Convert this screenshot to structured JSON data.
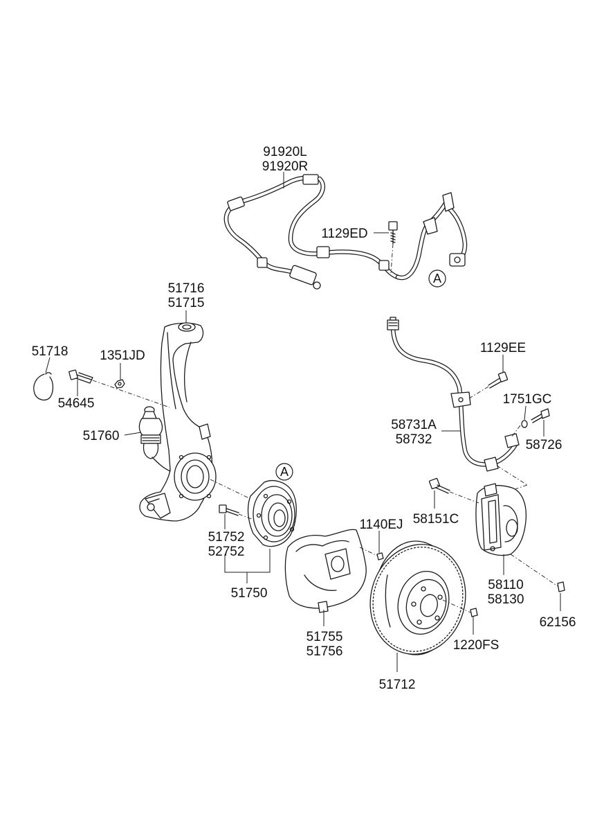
{
  "labels": {
    "p91920": [
      "91920L",
      "91920R"
    ],
    "p1129ED": "1129ED",
    "calloutA": "A",
    "p51716": [
      "51716",
      "51715"
    ],
    "p51718": "51718",
    "p1351JD": "1351JD",
    "p54645": "54645",
    "p51760": "51760",
    "p1129EE": "1129EE",
    "p1751GC": "1751GC",
    "p58731": [
      "58731A",
      "58732"
    ],
    "p58726": "58726",
    "p58151C": "58151C",
    "p51752": [
      "51752",
      "52752"
    ],
    "p51750": "51750",
    "p1140EJ": "1140EJ",
    "p58110": [
      "58110",
      "58130"
    ],
    "p62156": "62156",
    "p51755": [
      "51755",
      "51756"
    ],
    "p1220FS": "1220FS",
    "p51712": "51712"
  }
}
